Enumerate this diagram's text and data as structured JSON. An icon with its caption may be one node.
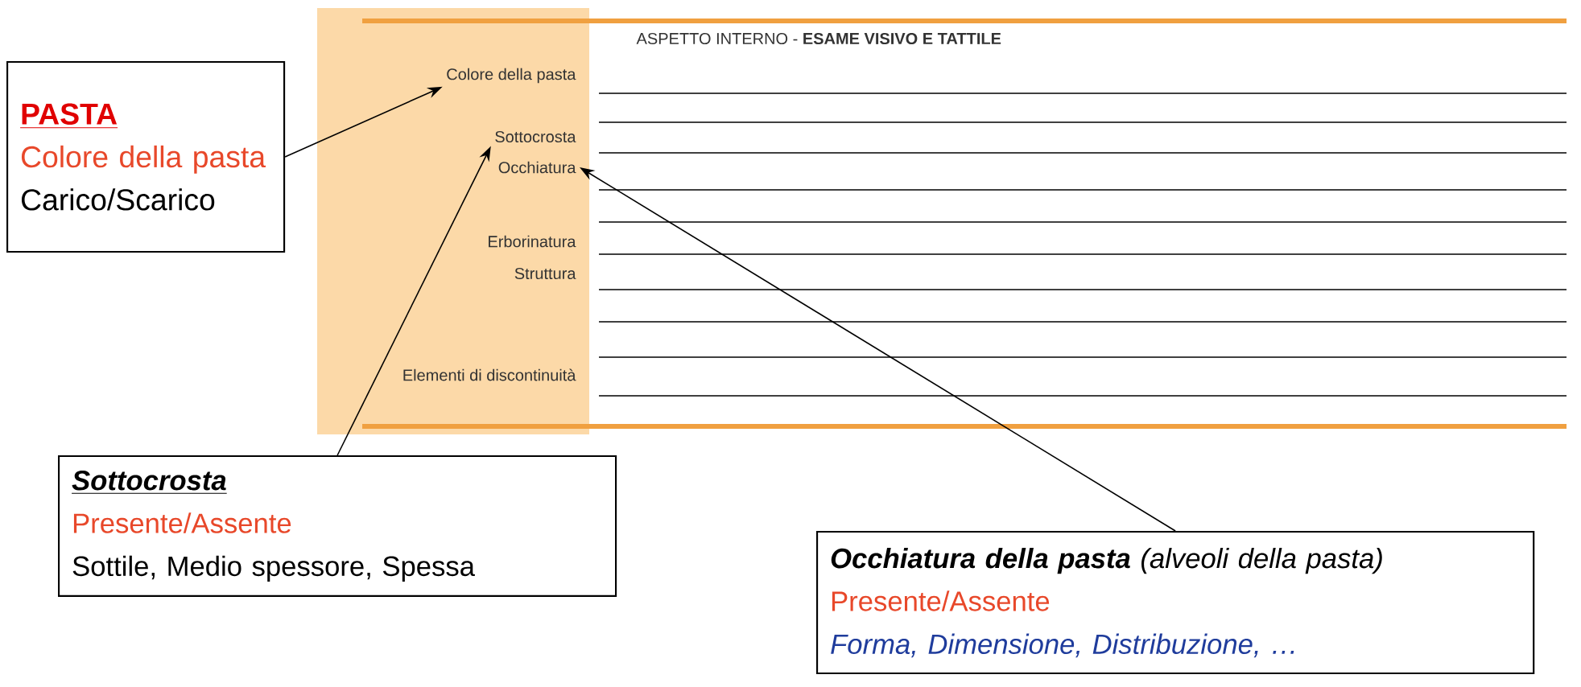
{
  "diagram": {
    "nodes": [
      {
        "text": [
          "PASTA",
          "Colore della pasta",
          "Carico/Scarico"
        ]
      },
      {
        "text": [
          "Colore della pasta"
        ]
      },
      {
        "text": [
          "Sottocrosta"
        ]
      },
      {
        "text": [
          "Occhiatura"
        ]
      },
      {
        "text": [
          "Sottocrosta",
          "Presente/Assente",
          "Sottile, Medio spessore, Spessa"
        ]
      },
      {
        "text": [
          "**Occhiatura della pasta** (alveoli della pasta)",
          "Presente/Assente",
          "Forma, Dimensione, Distribuzione, …"
        ]
      }
    ],
    "edges": [
      {
        "from": 0,
        "to": 1,
        "arrow": "to"
      },
      {
        "from": 4,
        "to": 2,
        "arrow": "to"
      },
      {
        "from": 5,
        "to": 3,
        "arrow": "to"
      }
    ],
    "labels": [
      "ASPETTO INTERNO - **ESAME VISIVO E TATTILE**",
      "Erborinatura",
      "Struttura",
      "Elementi di discontinuità"
    ]
  }
}
